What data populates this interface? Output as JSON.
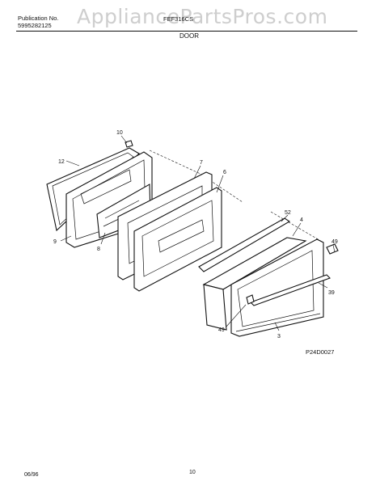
{
  "header": {
    "publication_label": "Publication No.",
    "publication_number": "5995282125",
    "model": "FEF316CS",
    "section_title": "DOOR"
  },
  "watermark": "AppliancePartsPros.com",
  "diagram": {
    "code": "P24D0027",
    "callouts": [
      "10",
      "12",
      "9",
      "8",
      "7",
      "6",
      "52",
      "4",
      "49",
      "39",
      "49",
      "3"
    ]
  },
  "footer": {
    "date": "06/96",
    "page": "10"
  }
}
